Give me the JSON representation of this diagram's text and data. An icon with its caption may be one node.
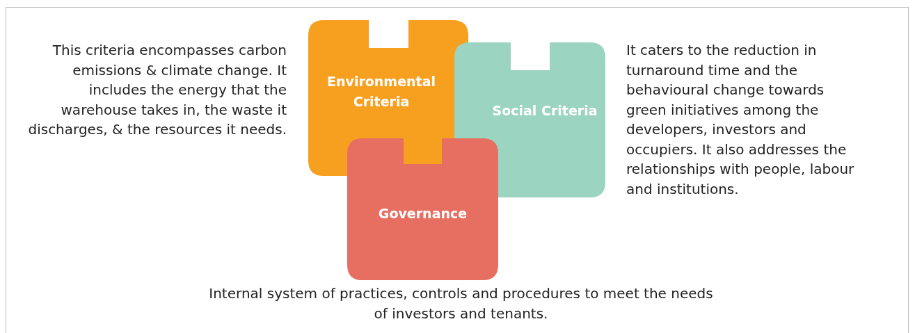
{
  "diagram": {
    "nodes": [
      {
        "text": [
          "Environmental Criteria"
        ],
        "beside": [
          "This criteria encompasses carbon emissions & climate change. It includes the energy that the warehouse takes in, the waste it discharges, & the resources it needs."
        ]
      },
      {
        "text": [
          "Social Criteria"
        ],
        "beside": [
          "It caters to the reduction in turnaround time and the behavioural change towards green initiatives among the developers, investors and occupiers. It also addresses the relationships with people, labour and institutions."
        ]
      },
      {
        "text": [
          "Governance"
        ],
        "beside": [
          "Internal system of practices, controls and procedures to meet the needs of investors and tenants."
        ]
      }
    ]
  }
}
